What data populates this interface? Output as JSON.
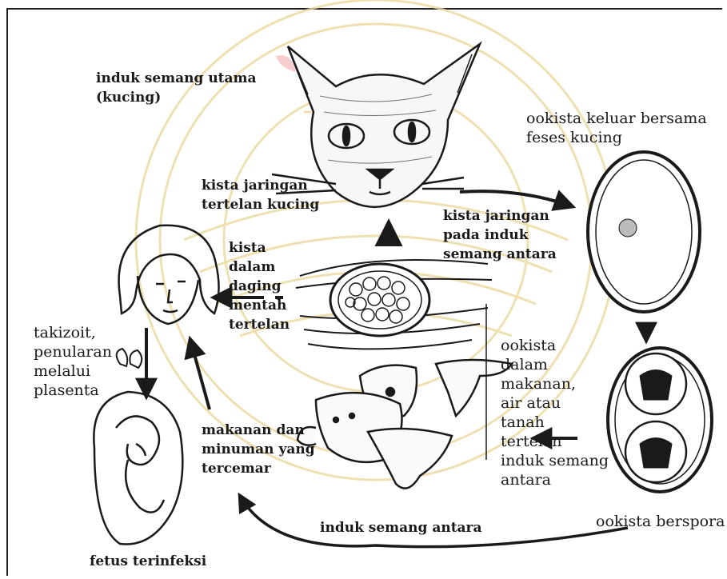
{
  "labels": {
    "host_main": "induk semang utama\n(kucing)",
    "oocyst_out": "ookista keluar bersama\nfeses kucing",
    "tissue_cyst_eaten": "kista jaringan\ntertelan kucing",
    "tissue_cyst_intermediate": "kista jaringan\npada induk\nsemang antara",
    "cyst_meat": "kista\ndalam\ndaging\nmentah\ntertelan",
    "tachyzoite": "takizoit,\npenularan\nmelalui\nplasenta",
    "oocyst_food": "ookista\ndalam\nmakanan,\nair atau\ntanah\ntertelan\ninduk semang\nantara",
    "food_drink": "makanan dan\nminuman yang\ntercemar",
    "intermediate_host": "induk semang antara",
    "sporulated_oocyst": "ookista berspora",
    "infected_fetus": "fetus terinfeksi"
  },
  "colors": {
    "ink": "#1a1a1a",
    "watermark": "#ecd9a0",
    "cat_ear_tint": "#f3b8b8"
  },
  "icons": [
    "cat-head",
    "woman-head",
    "tissue-cyst",
    "oocyst",
    "sporulated-oocyst",
    "fetus",
    "farm-animals",
    "placenta"
  ]
}
